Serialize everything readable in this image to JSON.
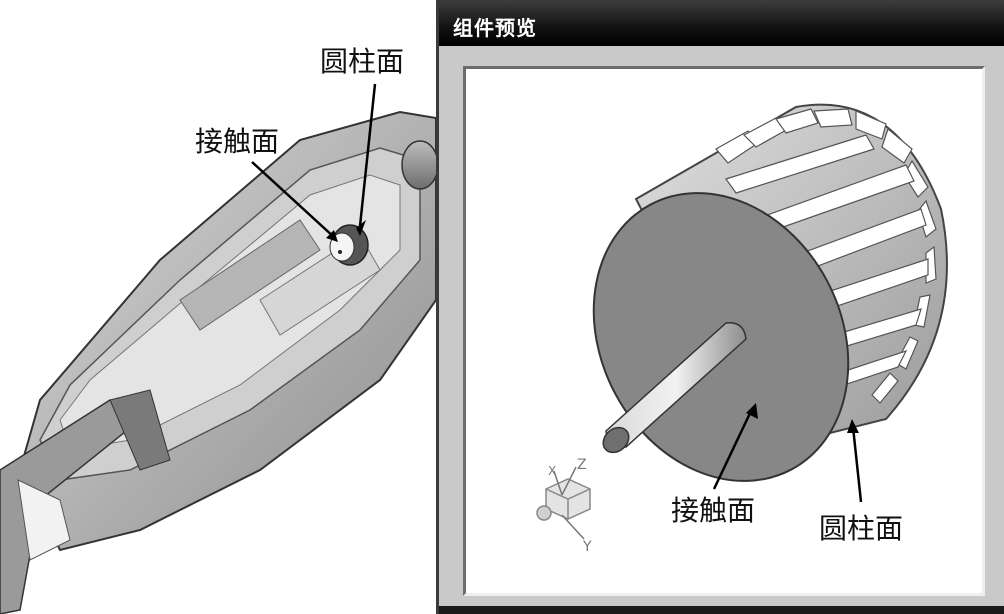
{
  "window": {
    "title": "组件预览"
  },
  "annotations": {
    "left_cylinder_face": "圆柱面",
    "left_contact_face": "接触面",
    "preview_contact_face": "接触面",
    "preview_cylinder_face": "圆柱面"
  },
  "triad": {
    "x_axis": "X",
    "y_axis": "Y",
    "z_axis": "Z"
  },
  "colors": {
    "titlebar": "#111111",
    "titlebar_text": "#ffffff",
    "window_frame": "#c9c9c9",
    "model_gray": "#8a8a8a"
  }
}
